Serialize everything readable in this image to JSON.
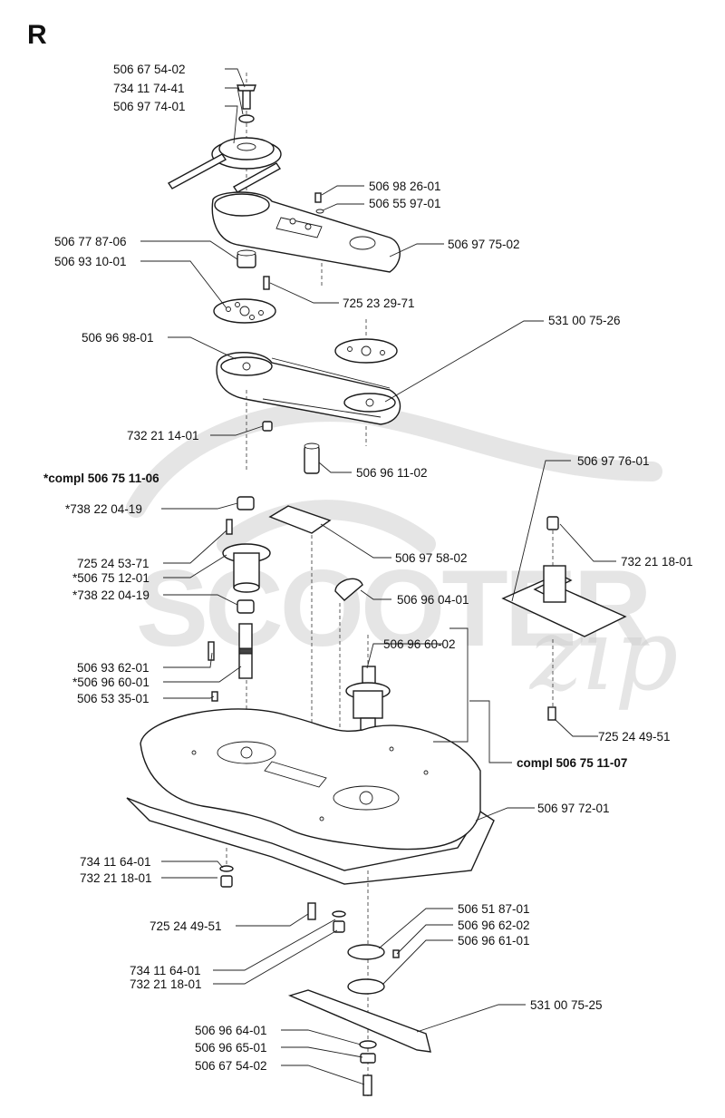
{
  "page_letter": "R",
  "watermark": {
    "text": "SCOOTER",
    "suffix": "zip"
  },
  "labels": [
    {
      "id": "l1",
      "text": "506 67 54-02"
    },
    {
      "id": "l2",
      "text": "734 11 74-41"
    },
    {
      "id": "l3",
      "text": "506 97 74-01"
    },
    {
      "id": "l4",
      "text": "506 98 26-01"
    },
    {
      "id": "l5",
      "text": "506 55 97-01"
    },
    {
      "id": "l6",
      "text": "506 77 87-06"
    },
    {
      "id": "l7",
      "text": "506 97 75-02"
    },
    {
      "id": "l8",
      "text": "506 93 10-01"
    },
    {
      "id": "l9",
      "text": "725 23 29-71"
    },
    {
      "id": "l10",
      "text": "506 96 98-01"
    },
    {
      "id": "l11",
      "text": "531 00 75-26"
    },
    {
      "id": "l12",
      "text": "732 21 14-01"
    },
    {
      "id": "l13",
      "text": "506 96 11-02"
    },
    {
      "id": "l14",
      "text": "*compl 506 75 11-06"
    },
    {
      "id": "l15",
      "text": "*738 22 04-19"
    },
    {
      "id": "l16",
      "text": "506 97 76-01"
    },
    {
      "id": "l17",
      "text": "506 97 58-02"
    },
    {
      "id": "l18",
      "text": "732 21 18-01"
    },
    {
      "id": "l19",
      "text": "725 24 53-71"
    },
    {
      "id": "l20",
      "text": "*506 75 12-01"
    },
    {
      "id": "l21",
      "text": "*738 22 04-19"
    },
    {
      "id": "l22",
      "text": "506 96 04-01"
    },
    {
      "id": "l23",
      "text": "506 96 60-02"
    },
    {
      "id": "l24",
      "text": "506 93 62-01"
    },
    {
      "id": "l25",
      "text": "*506 96 60-01"
    },
    {
      "id": "l26",
      "text": "506 53 35-01"
    },
    {
      "id": "l27",
      "text": "725 24 49-51"
    },
    {
      "id": "l28",
      "text": "compl 506 75 11-07"
    },
    {
      "id": "l29",
      "text": "506 97 72-01"
    },
    {
      "id": "l30",
      "text": "734 11 64-01"
    },
    {
      "id": "l31",
      "text": "732 21 18-01"
    },
    {
      "id": "l32",
      "text": "725 24 49-51"
    },
    {
      "id": "l33",
      "text": "506 51 87-01"
    },
    {
      "id": "l34",
      "text": "506 96 62-02"
    },
    {
      "id": "l35",
      "text": "506 96 61-01"
    },
    {
      "id": "l36",
      "text": "734 11 64-01"
    },
    {
      "id": "l37",
      "text": "732 21 18-01"
    },
    {
      "id": "l38",
      "text": "531 00 75-25"
    },
    {
      "id": "l39",
      "text": "506 96 64-01"
    },
    {
      "id": "l40",
      "text": "506 96 65-01"
    },
    {
      "id": "l41",
      "text": "506 67 54-02"
    }
  ]
}
